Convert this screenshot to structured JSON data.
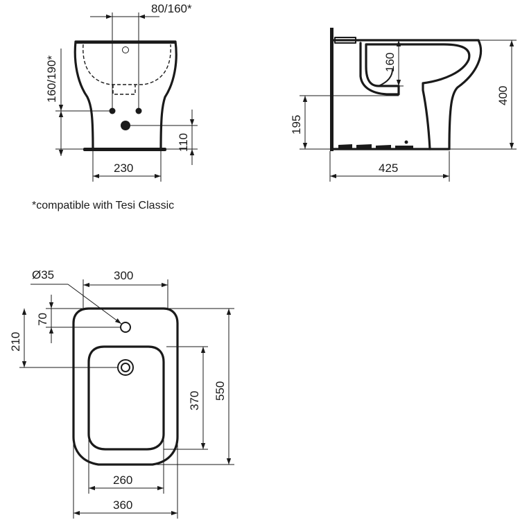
{
  "front_view": {
    "dim_top": "80/160*",
    "dim_left": "160/190*",
    "dim_right": "110",
    "dim_bottom": "230"
  },
  "side_view": {
    "dim_inner": "160",
    "dim_height": "400",
    "dim_left": "195",
    "dim_bottom": "425"
  },
  "footnote": "*compatible with Tesi Classic",
  "plan_view": {
    "dim_hole": "Ø35",
    "dim_top": "300",
    "dim_left_a": "70",
    "dim_left_b": "210",
    "dim_right_a": "370",
    "dim_right_b": "550",
    "dim_bottom_a": "260",
    "dim_bottom_b": "360"
  }
}
